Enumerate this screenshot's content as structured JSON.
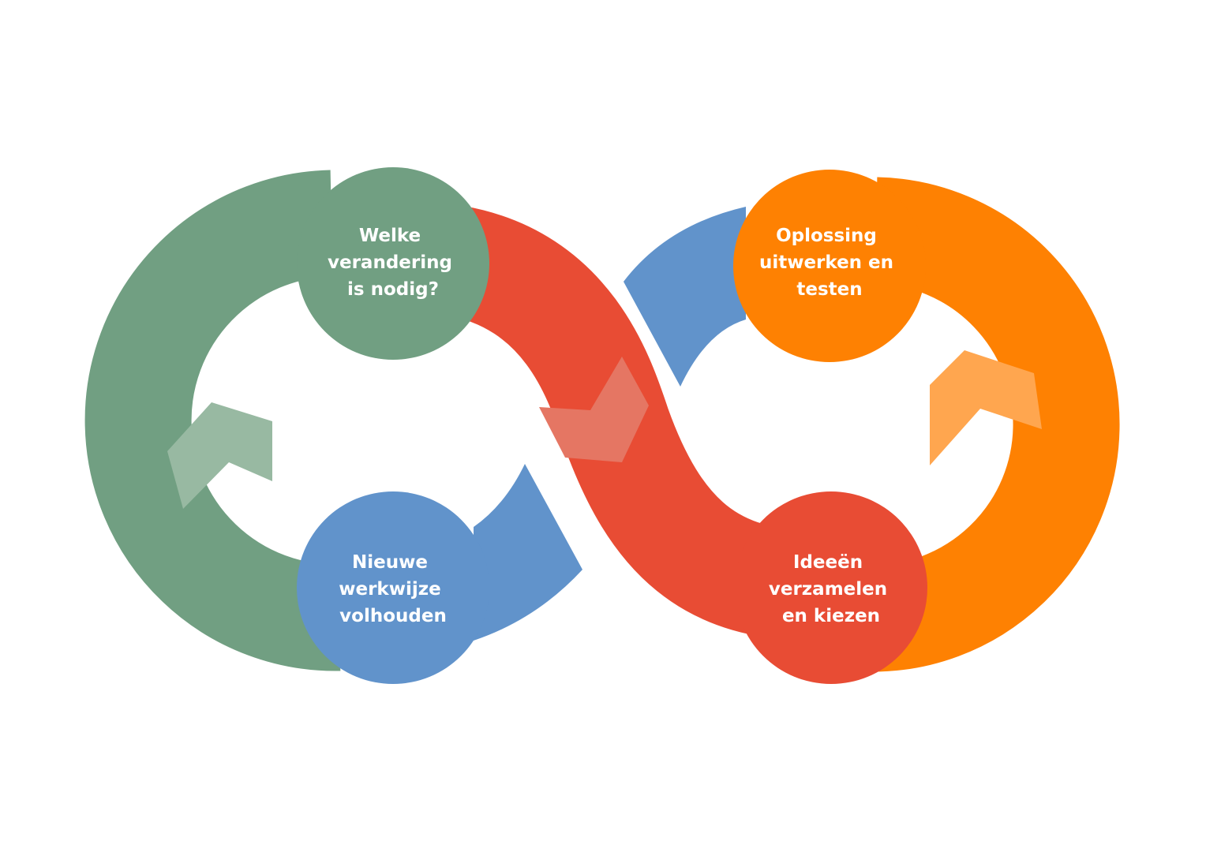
{
  "colors": {
    "green": "#719f82",
    "green_light": "#98b9a2",
    "red": "#e84c34",
    "red_light": "#e57663",
    "blue": "#6193cb",
    "orange": "#fe8102",
    "orange_light": "#ffa64f",
    "text": "#ffffff",
    "background": "#ffffff"
  },
  "nodes": [
    {
      "id": "need",
      "color": "green",
      "lines": [
        "Welke",
        "verandering",
        "is nodig?"
      ]
    },
    {
      "id": "develop",
      "color": "orange",
      "lines": [
        "Oplossing",
        "uitwerken en",
        "testen"
      ]
    },
    {
      "id": "sustain",
      "color": "blue",
      "lines": [
        "Nieuwe",
        "werkwijze",
        "volhouden"
      ]
    },
    {
      "id": "ideas",
      "color": "red",
      "lines": [
        "Ideeën",
        "verzamelen",
        "en kiezen"
      ]
    }
  ]
}
